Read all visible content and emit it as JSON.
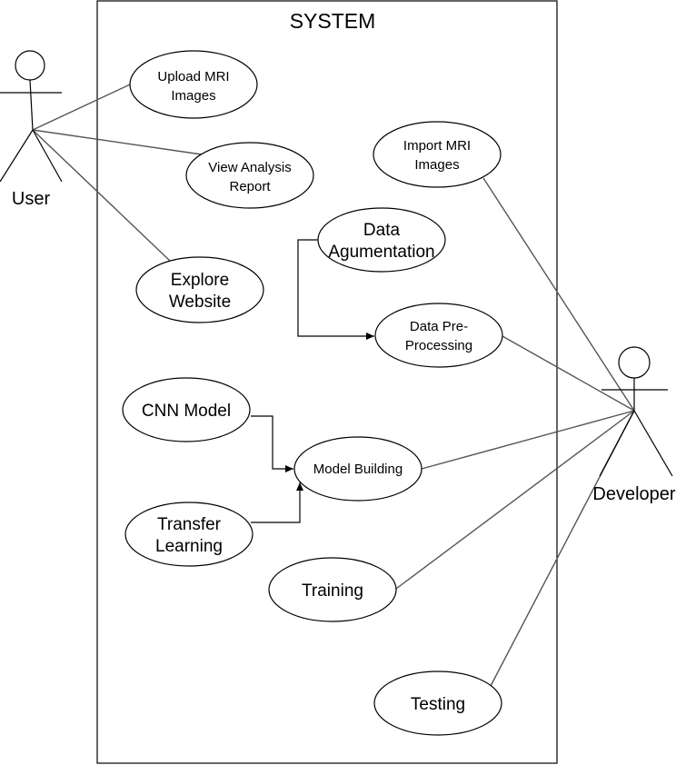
{
  "system": {
    "title": "SYSTEM"
  },
  "actors": {
    "user": {
      "label": "User"
    },
    "developer": {
      "label": "Developer"
    }
  },
  "use_cases": {
    "upload_mri": {
      "lines": [
        "Upload MRI",
        "Images"
      ]
    },
    "view_report": {
      "lines": [
        "View Analysis",
        "Report"
      ]
    },
    "explore_website": {
      "lines": [
        "Explore",
        "Website"
      ]
    },
    "import_mri": {
      "lines": [
        "Import MRI",
        "Images"
      ]
    },
    "data_augmentation": {
      "lines": [
        "Data",
        "Agumentation"
      ]
    },
    "data_preprocessing": {
      "lines": [
        "Data Pre-",
        "Processing"
      ]
    },
    "cnn_model": {
      "lines": [
        "CNN Model"
      ]
    },
    "model_building": {
      "lines": [
        "Model Building"
      ]
    },
    "transfer_learning": {
      "lines": [
        "Transfer",
        "Learning"
      ]
    },
    "training": {
      "lines": [
        "Training"
      ]
    },
    "testing": {
      "lines": [
        "Testing"
      ]
    }
  }
}
